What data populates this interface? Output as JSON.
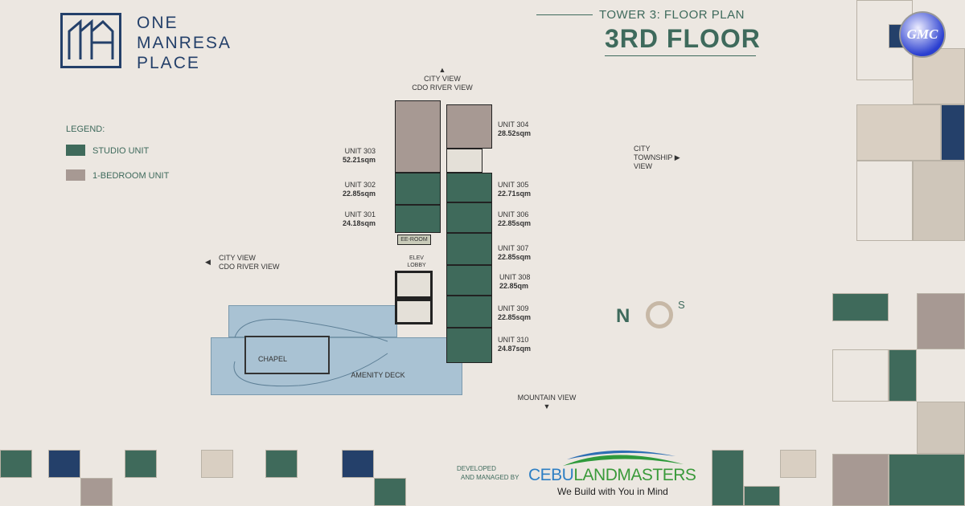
{
  "brand": {
    "name_lines": [
      "ONE",
      "MANRESA",
      "PLACE"
    ]
  },
  "header": {
    "subtitle": "TOWER 3: FLOOR PLAN",
    "title": "3RD FLOOR"
  },
  "legend": {
    "title": "LEGEND:",
    "items": [
      {
        "label": "STUDIO UNIT",
        "color": "#3f6a5b"
      },
      {
        "label": "1-BEDROOM UNIT",
        "color": "#a79993"
      }
    ]
  },
  "views": {
    "top": [
      "CITY VIEW",
      "CDO RIVER VIEW"
    ],
    "left": [
      "CITY VIEW",
      "CDO RIVER VIEW"
    ],
    "right": [
      "CITY",
      "TOWNSHIP",
      "VIEW"
    ],
    "bottom": "MOUNTAIN VIEW"
  },
  "units": [
    {
      "name": "UNIT 303",
      "area": "52.21sqm",
      "type": "1-bedroom"
    },
    {
      "name": "UNIT 302",
      "area": "22.85sqm",
      "type": "studio"
    },
    {
      "name": "UNIT 301",
      "area": "24.18sqm",
      "type": "studio"
    },
    {
      "name": "UNIT 304",
      "area": "28.52sqm",
      "type": "1-bedroom"
    },
    {
      "name": "UNIT 305",
      "area": "22.71sqm",
      "type": "studio"
    },
    {
      "name": "UNIT 306",
      "area": "22.85sqm",
      "type": "studio"
    },
    {
      "name": "UNIT 307",
      "area": "22.85sqm",
      "type": "studio"
    },
    {
      "name": "UNIT 308",
      "area": "22.85qm",
      "type": "studio"
    },
    {
      "name": "UNIT 309",
      "area": "22.85sqm",
      "type": "studio"
    },
    {
      "name": "UNIT 310",
      "area": "24.87sqm",
      "type": "studio"
    }
  ],
  "rooms": {
    "eroom": "EE-ROOM",
    "elev": [
      "ELEV",
      "LOBBY"
    ],
    "chapel": "CHAPEL",
    "deck": "AMENITY DECK"
  },
  "compass": {
    "n": "N",
    "s": "S"
  },
  "developer": {
    "label_lines": [
      "DEVELOPED",
      "AND MANAGED BY"
    ],
    "logo_a": "CEBU",
    "logo_b": "LANDMASTERS",
    "tagline": "We Build with You in Mind"
  },
  "badge": "GMC",
  "colors": {
    "green": "#3e6a5c",
    "navy": "#24406a",
    "brown": "#a79993",
    "deck": "#a9c2d3"
  }
}
